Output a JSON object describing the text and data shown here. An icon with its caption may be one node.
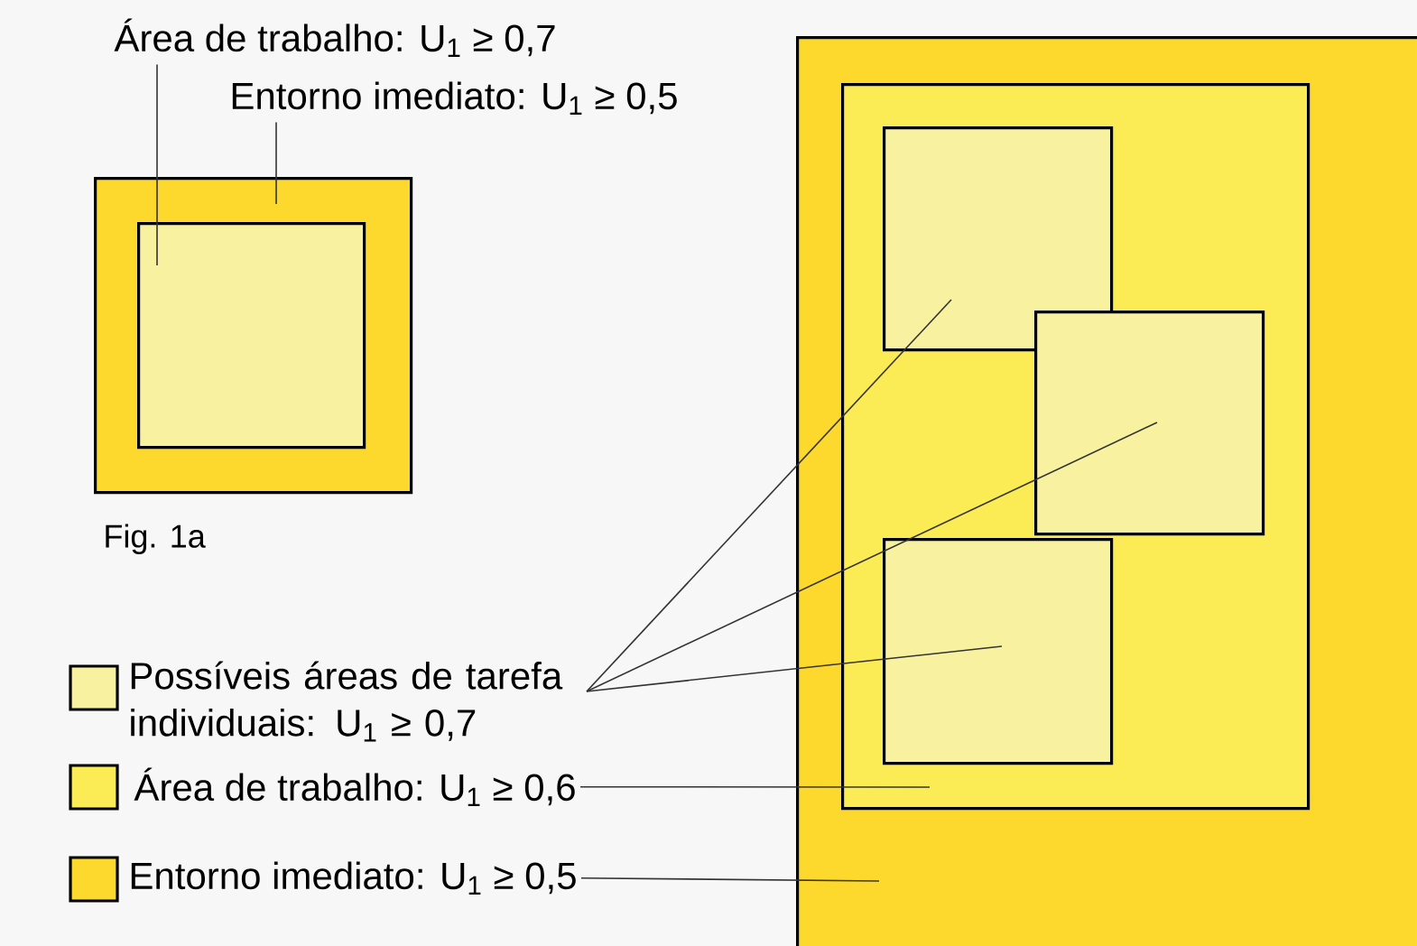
{
  "diagram": {
    "nodes": [
      {
        "text": [
          "Área de trabalho: U$_{1}$ ≥ 0,7"
        ]
      },
      {
        "text": [
          "Entorno imediato: U$_{1}$ ≥ 0,5"
        ]
      },
      {
        "text": [],
        "shape": "box"
      },
      {
        "text": [],
        "shape": "box",
        "in": 2
      },
      {
        "text": [],
        "shape": "box"
      },
      {
        "text": [],
        "shape": "box",
        "in": 4
      },
      {
        "text": [],
        "shape": "box",
        "in": 5
      },
      {
        "text": [],
        "shape": "box",
        "in": 5
      },
      {
        "text": [],
        "shape": "box",
        "in": 5
      },
      {
        "text": [
          "Possíveis áreas de tarefa individuais: U$_{1}$ ≥ 0,7"
        ]
      },
      {
        "text": [
          "Área de trabalho: U$_{1}$ ≥ 0,6"
        ]
      },
      {
        "text": [
          "Entorno imediato: U$_{1}$ ≥ 0,5"
        ]
      }
    ],
    "edges": [
      {
        "from": 0,
        "to": 3,
        "arrow": "none"
      },
      {
        "from": 1,
        "to": 2,
        "arrow": "none"
      },
      {
        "from": 9,
        "to": 6,
        "arrow": "none"
      },
      {
        "from": 9,
        "to": 7,
        "arrow": "none"
      },
      {
        "from": 9,
        "to": 8,
        "arrow": "none"
      },
      {
        "from": 10,
        "to": 5,
        "arrow": "none"
      },
      {
        "from": 11,
        "to": 4,
        "arrow": "none"
      }
    ],
    "labels": [
      "Fig. 1a"
    ]
  }
}
